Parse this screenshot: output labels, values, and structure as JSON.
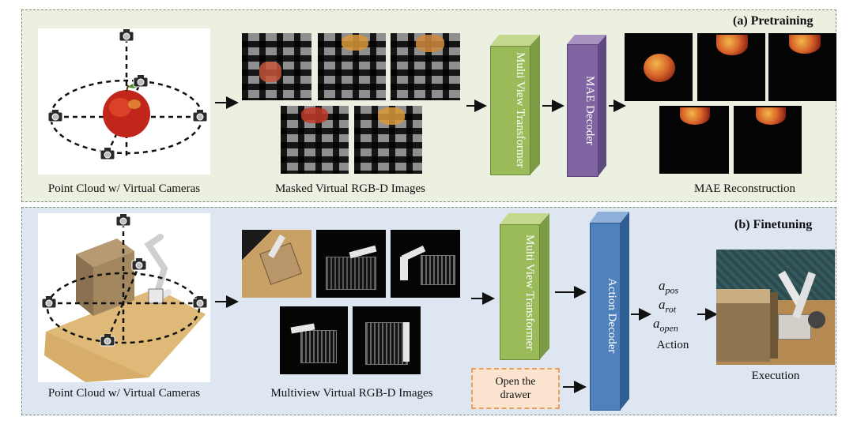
{
  "pretraining": {
    "title": "(a) Pretraining",
    "caption_pointcloud": "Point Cloud w/ Virtual Cameras",
    "caption_masked": "Masked Virtual RGB-D Images",
    "transformer_label": "Multi View Transformer",
    "decoder_label": "MAE Decoder",
    "caption_reconstruction": "MAE Reconstruction"
  },
  "finetuning": {
    "title": "(b) Finetuning",
    "caption_pointcloud": "Point Cloud w/ Virtual Cameras",
    "caption_multiview": "Multiview Virtual RGB-D Images",
    "transformer_label": "Multi View Transformer",
    "decoder_label": "Action Decoder",
    "instruction": "Open the drawer",
    "action_pos": "pos",
    "action_rot": "rot",
    "action_open": "open",
    "action_symbol": "a",
    "action_label": "Action",
    "caption_execution": "Execution"
  },
  "icons": {
    "camera": "camera-icon",
    "arrow": "arrow-right-icon"
  },
  "colors": {
    "pretraining_bg": "#ebf0e0",
    "finetuning_bg": "#dde6f1",
    "transformer": "#9bbb5a",
    "mae_decoder": "#8064a2",
    "action_decoder": "#4f81bd",
    "instruction_box": "#fbe4d0"
  }
}
